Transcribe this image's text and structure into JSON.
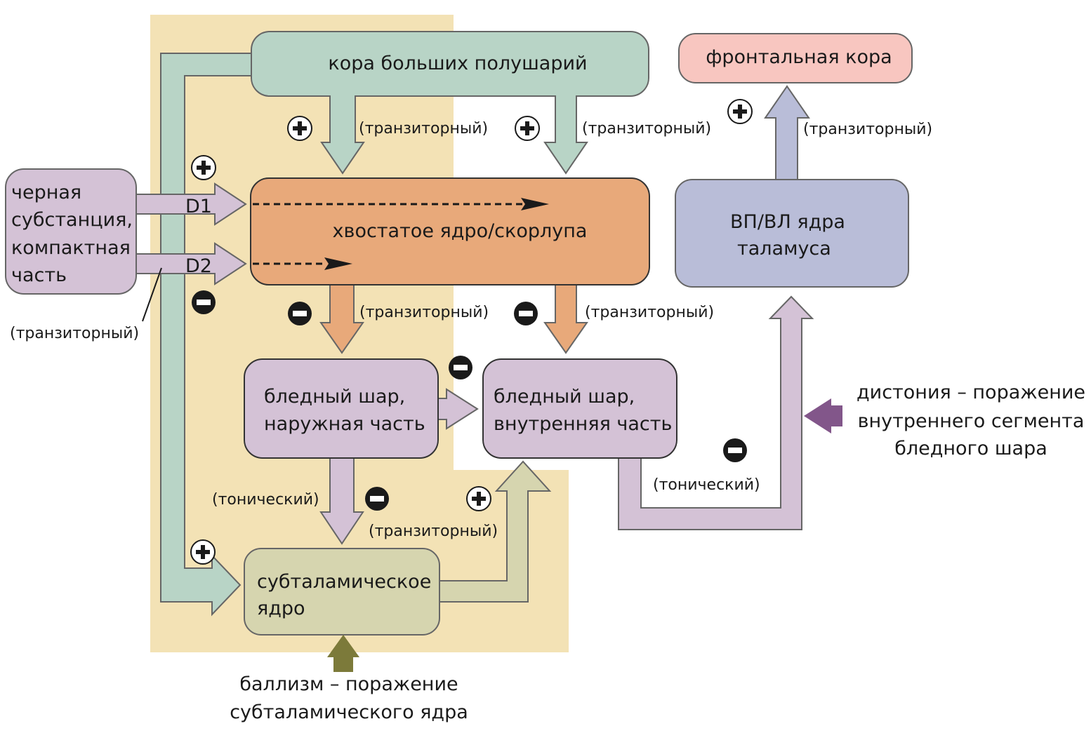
{
  "title": "Basal ganglia circuit",
  "colors": {
    "zone_bg": "#f3e2b5",
    "cortex": "#b8d4c6",
    "striatum": "#e8a97a",
    "globus_pallidus": "#d4c2d6",
    "thalamus": "#b9bdd8",
    "frontal": "#f8c6c0",
    "subthalamic": "#d6d5af",
    "substantia_nigra": "#d4c2d6",
    "dystonia_arrow": "#82568a",
    "ballism_arrow": "#7c7a3a",
    "stroke": "#666666"
  },
  "nodes": {
    "cortex": "кора больших полушарий",
    "frontal": "фронтальная кора",
    "striatum": "хвостатое ядро/скорлупа",
    "thalamus_line1": "ВП/ВЛ ядра",
    "thalamus_line2": "таламуса",
    "sn_line1": "черная",
    "sn_line2": "субстанция,",
    "sn_line3": "компактная",
    "sn_line4": "часть",
    "gpe_line1": "бледный шар,",
    "gpe_line2": "наружная часть",
    "gpi_line1": "бледный шар,",
    "gpi_line2": "внутренняя часть",
    "stn_line1": "субталамическое",
    "stn_line2": "ядро"
  },
  "receptors": {
    "d1": "D1",
    "d2": "D2"
  },
  "labels": {
    "transient": "(транзиторный)",
    "tonic": "(тонический)"
  },
  "signs": {
    "plus": "+",
    "minus": "−"
  },
  "annotations": {
    "dystonia_line1": "дистония – поражение",
    "dystonia_line2": "внутреннего сегмента",
    "dystonia_line3": "бледного шара",
    "ballism_line1": "баллизм – поражение",
    "ballism_line2": "субталамического ядра"
  }
}
